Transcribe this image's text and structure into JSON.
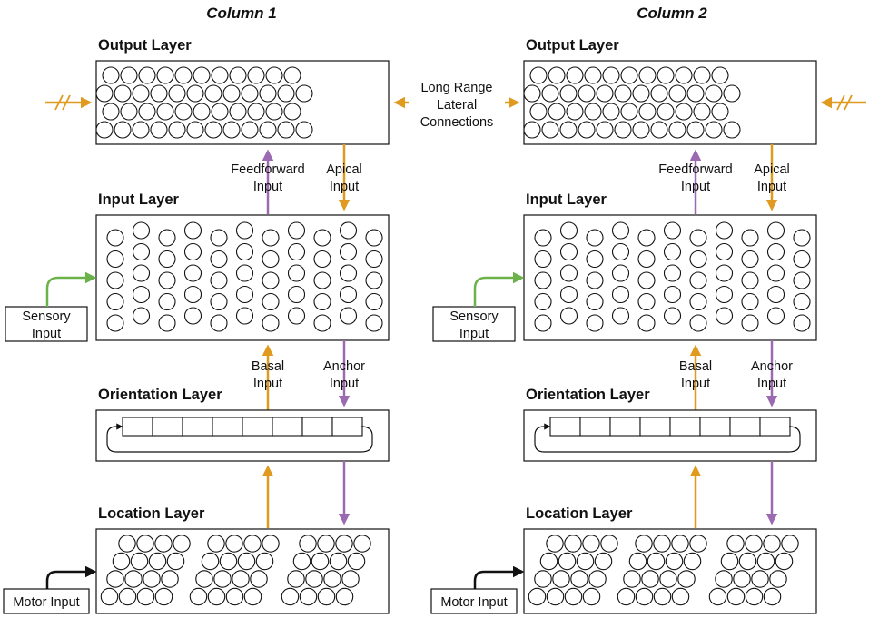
{
  "colors": {
    "feedforward": "#e09a1f",
    "apical": "#e09a1f",
    "anchor": "#9b6ab0",
    "sensory": "#6cb24a",
    "motor": "#111111",
    "outline": "#111111"
  },
  "columns": [
    {
      "title": "Column 1",
      "output_layer": "Output Layer",
      "input_layer": "Input Layer",
      "orientation_layer": "Orientation Layer",
      "location_layer": "Location Layer",
      "feedforward_label": [
        "Feedforward",
        "Input"
      ],
      "apical_label": [
        "Apical",
        "Input"
      ],
      "basal_label": [
        "Basal",
        "Input"
      ],
      "anchor_label": [
        "Anchor",
        "Input"
      ],
      "sensory_label": [
        "Sensory",
        "Input"
      ],
      "motor_label": "Motor Input"
    },
    {
      "title": "Column 2",
      "output_layer": "Output Layer",
      "input_layer": "Input Layer",
      "orientation_layer": "Orientation Layer",
      "location_layer": "Location Layer",
      "feedforward_label": [
        "Feedforward",
        "Input"
      ],
      "apical_label": [
        "Apical",
        "Input"
      ],
      "basal_label": [
        "Basal",
        "Input"
      ],
      "anchor_label": [
        "Anchor",
        "Input"
      ],
      "sensory_label": [
        "Sensory",
        "Input"
      ],
      "motor_label": "Motor Input"
    }
  ],
  "lateral_label": [
    "Long Range",
    "Lateral",
    "Connections"
  ]
}
